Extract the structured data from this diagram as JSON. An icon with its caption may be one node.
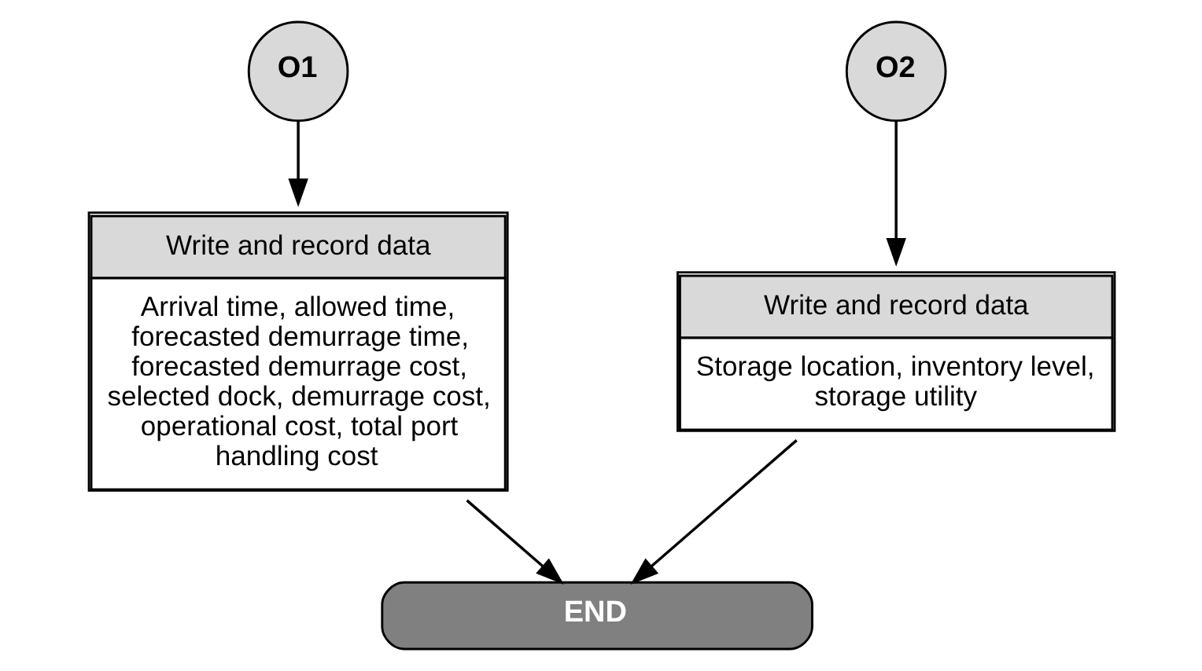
{
  "diagram": {
    "nodes": [
      {
        "text": [
          "O1"
        ]
      },
      {
        "text": [
          "O2"
        ]
      },
      {
        "text": [
          "Write and record data",
          "Arrival time, allowed time, forecasted demurrage time, forecasted demurrage cost, selected dock, demurrage cost, operational cost, total port handling cost"
        ]
      },
      {
        "text": [
          "Write and record data",
          "Storage location, inventory level, storage utility"
        ]
      },
      {
        "text": [
          "END"
        ]
      }
    ],
    "edges": [
      {
        "from": 0,
        "to": 2,
        "arrow": "to"
      },
      {
        "from": 1,
        "to": 3,
        "arrow": "to"
      },
      {
        "from": 2,
        "to": 4,
        "arrow": "to"
      },
      {
        "from": 3,
        "to": 4,
        "arrow": "to"
      }
    ]
  }
}
